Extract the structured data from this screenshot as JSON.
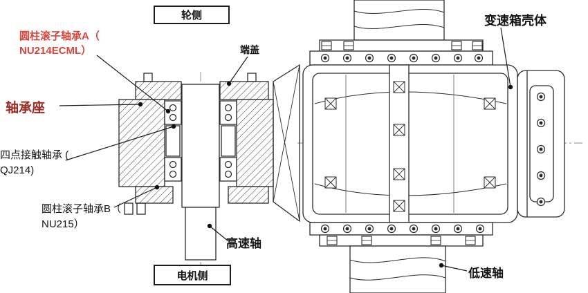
{
  "colors": {
    "bearing_a_label": "#d8453c",
    "bearing_seat_label": "#9b2a22",
    "text": "#141414",
    "drawing_line": "#2a2a2a"
  },
  "boxes": {
    "wheel_side": "轮侧",
    "motor_side": "电机侧"
  },
  "annotations": {
    "bearing_a_line1": "圆柱滚子轴承A（",
    "bearing_a_line2": "NU214ECML）",
    "end_cover": "端盖",
    "gearbox_housing": "变速箱壳体",
    "bearing_seat": "轴承座",
    "four_point_line1": "四点接触轴承 (",
    "four_point_line2": "QJ214)",
    "bearing_b_line1": "圆柱滚子轴承B（",
    "bearing_b_line2": "NU215）",
    "high_speed_shaft": "高速轴",
    "low_speed_shaft": "低速轴"
  }
}
